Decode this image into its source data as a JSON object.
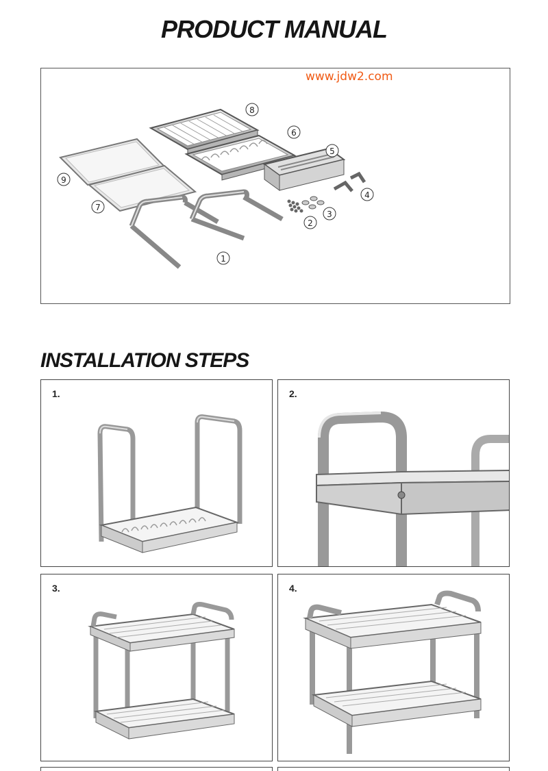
{
  "header": {
    "title": "PRODUCT MANUAL"
  },
  "parts": {
    "watermark": "www.jdw2.com",
    "labels": [
      "1",
      "2",
      "3",
      "4",
      "5",
      "6",
      "7",
      "8",
      "9"
    ]
  },
  "steps_section": {
    "title": "INSTALLATION STEPS",
    "steps": [
      {
        "number": "1."
      },
      {
        "number": "2."
      },
      {
        "number": "3."
      },
      {
        "number": "4."
      }
    ]
  }
}
